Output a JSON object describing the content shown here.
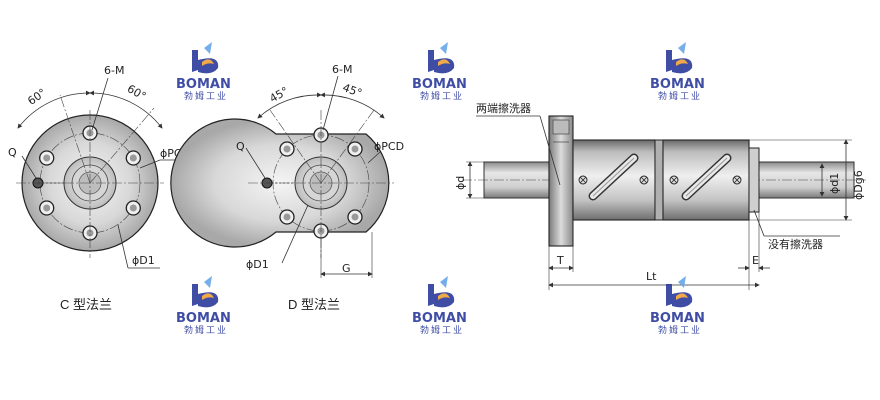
{
  "brand": {
    "name": "BOMAN",
    "subtitle": "勃姆工业",
    "colors": {
      "blue": "#2f3e9e",
      "orange": "#f0a23a",
      "light_blue": "#6aa8e8"
    }
  },
  "flange_c": {
    "caption": "C 型法兰",
    "label_6m": "6-M",
    "angle_left": "60°",
    "angle_right": "60°",
    "label_q": "Q",
    "label_pcd": "ϕPCD",
    "label_d1": "ϕD1"
  },
  "flange_d": {
    "caption": "D 型法兰",
    "label_6m": "6-M",
    "angle_left": "45°",
    "angle_right": "45°",
    "label_q": "Q",
    "label_pcd": "ϕPCD",
    "label_d1": "ϕD1",
    "label_g": "G"
  },
  "side_view": {
    "label_wiper_both": "两端擦洗器",
    "label_no_wiper": "没有擦洗器",
    "label_d": "ϕd",
    "label_d1": "ϕd1",
    "label_dg6": "ϕDg6",
    "label_t": "T",
    "label_lt": "Lt",
    "label_e": "E"
  }
}
